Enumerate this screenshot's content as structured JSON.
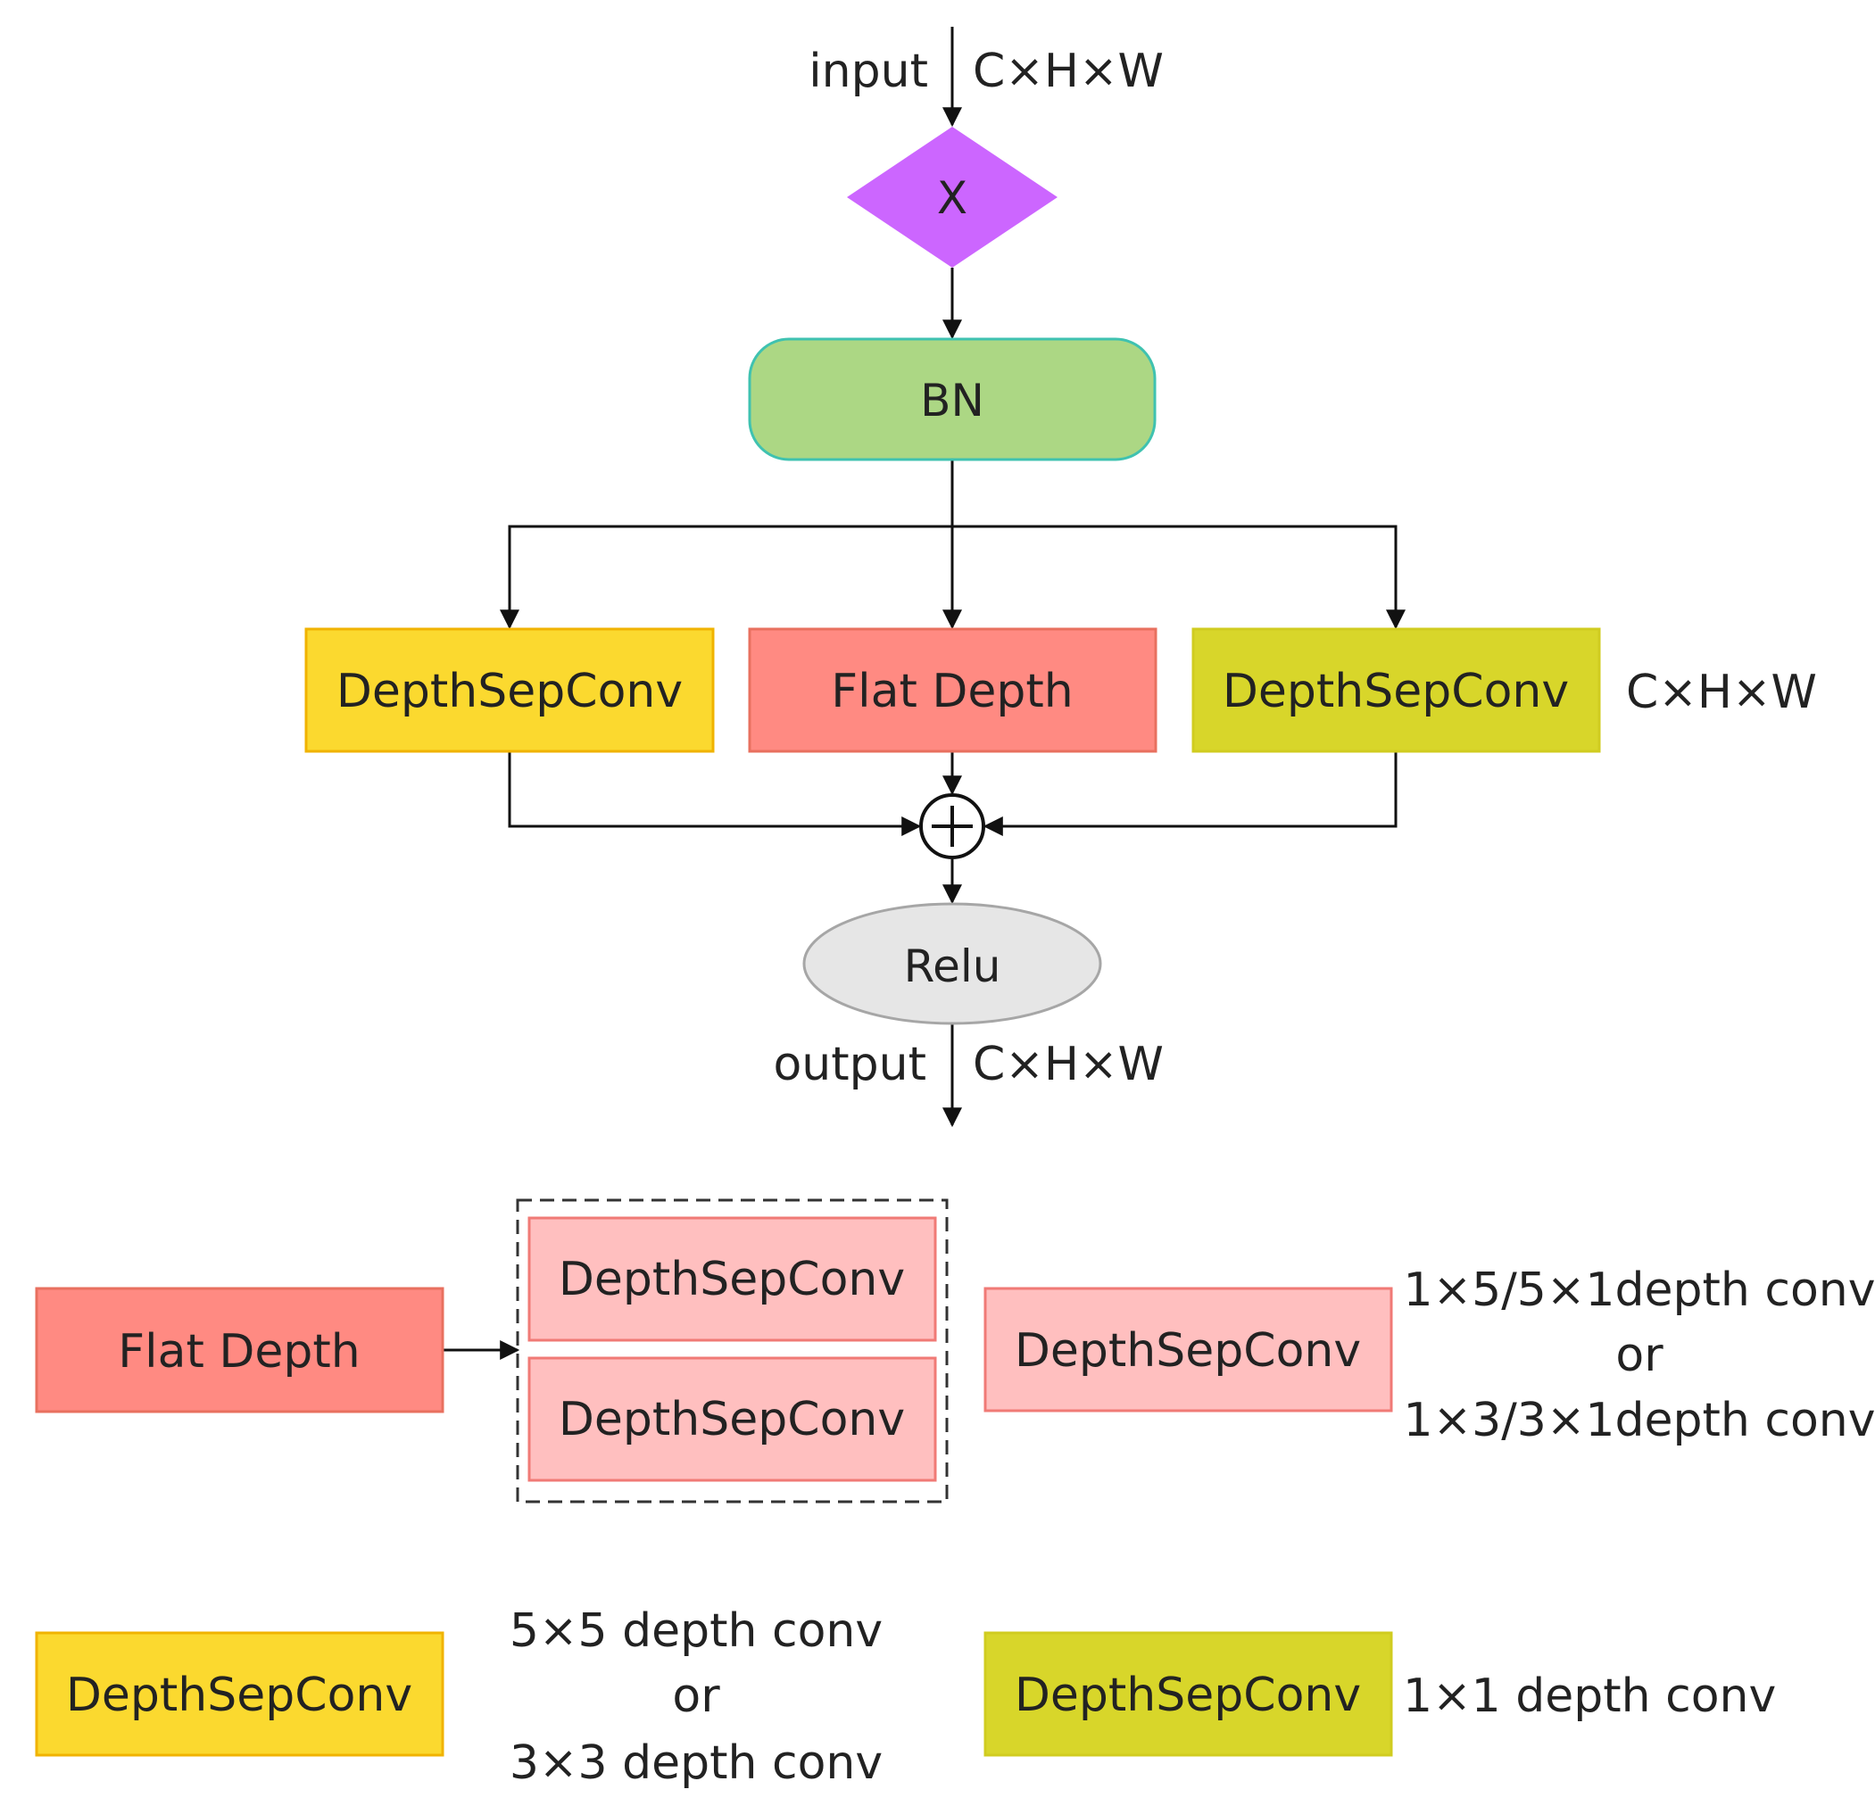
{
  "input_label": "input",
  "output_label": "output",
  "dim_input": "C×H×W",
  "dim_branches": "C×H×W",
  "dim_output": "C×H×W",
  "multiply_node": "X",
  "bn_node": "BN",
  "branches": {
    "left": "DepthSepConv",
    "center": "Flat Depth",
    "right": "DepthSepConv"
  },
  "sum_symbol": "+",
  "relu_node": "Relu",
  "legend": {
    "flat_depth": {
      "label": "Flat Depth",
      "inner_top": "DepthSepConv",
      "inner_bottom": "DepthSepConv"
    },
    "pink": {
      "label": "DepthSepConv",
      "desc": [
        "1×5/5×1depth conv",
        "or",
        "1×3/3×1depth conv"
      ]
    },
    "yellow": {
      "label": "DepthSepConv",
      "desc": [
        "5×5 depth conv",
        "or",
        "3×3 depth conv"
      ]
    },
    "olive": {
      "label": "DepthSepConv",
      "desc": [
        "1×1 depth conv"
      ]
    }
  },
  "colors": {
    "multiply_fill": "#cc66ff",
    "bn_fill": "#acd784",
    "bn_stroke": "#3fc2b0",
    "yellow_fill": "#fbd92f",
    "yellow_stroke": "#f0b300",
    "salmon_fill": "#ff8a82",
    "salmon_stroke": "#e8705f",
    "olive_fill": "#d8d62a",
    "olive_stroke": "#d0cc20",
    "pink_fill": "#ffbfbf",
    "pink_stroke": "#f07a76",
    "relu_fill": "#e6e6e6",
    "relu_stroke": "#a6a6a6",
    "line": "#111111"
  }
}
